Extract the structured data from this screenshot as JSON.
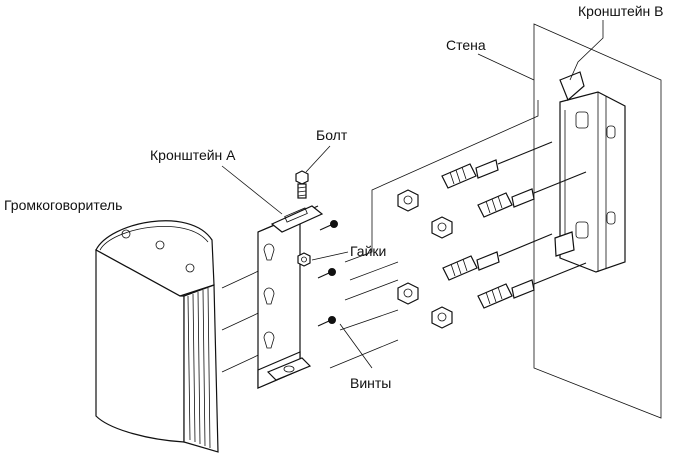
{
  "labels": {
    "bracket_b": "Кронштейн B",
    "wall": "Стена",
    "bolt": "Болт",
    "bracket_a": "Кронштейн A",
    "speaker": "Громкоговоритель",
    "nuts": "Гайки",
    "screws": "Винты"
  }
}
